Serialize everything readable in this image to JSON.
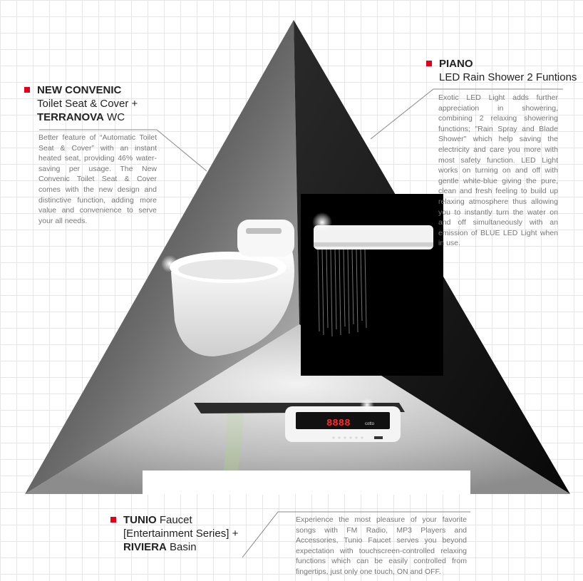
{
  "toilet": {
    "title_bold": "NEW CONVENIC",
    "title_line2": "Toilet Seat & Cover +",
    "title_line3_bold": "TERRANOVA",
    "title_line3_rest": " WC",
    "description": "Better feature of “Automatic Toilet Seat & Cover” with an instant heated seat, providing 46% water-saving per usage. The New Convenic Toilet Seat & Cover comes with the new design and distinctive function, adding more value and convenience to serve your all needs."
  },
  "shower": {
    "title_bold": "PIANO",
    "title_line2": "LED Rain Shower 2 Funtions",
    "description": "Exotic LED Light adds further appreciation in showering, combining 2 relaxing showering functions; \"Rain Spray and Blade Shower\" which help saving the electricity and care you more with most safety function. LED Light works on turning on and off with gentle white-blue giving the pure, clean and fresh feeling to build up relaxing atmosphere thus allowing you to instantly turn the water on and off simultaneously with an emission of BLUE LED Light when in use."
  },
  "faucet": {
    "title_bold": "TUNIO",
    "title_line1_rest": " Faucet",
    "title_line2": "[Entertainment Series] +",
    "title_line3_bold": "RIVIERA",
    "title_line3_rest": " Basin",
    "description": "Experience the most pleasure of your favorite songs with FM Radio, MP3 Players and Accessories, Tunio Faucet serves you beyond expectation with touchscreen-controlled relaxing functions which can be easily controlled from fingertips, just only one touch, ON and OFF.",
    "display_digits": "8888",
    "brand_mark": "cotto"
  },
  "colors": {
    "accent_red": "#e3001b",
    "display_red": "#ff2a2a",
    "triangle_dark": "#1a1a1a"
  }
}
